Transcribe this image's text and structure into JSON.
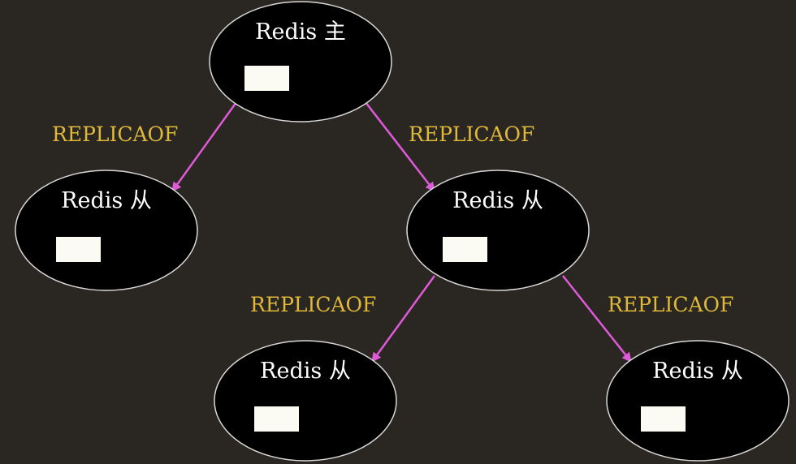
{
  "colors": {
    "background": "#2a2621",
    "node_fill": "#000000",
    "node_stroke": "#d8d8d8",
    "node_text": "#ffffff",
    "node_box": "#fbfbf4",
    "edge": "#df5ad8",
    "edge_label": "#e0b93a"
  },
  "nodes": [
    {
      "id": "master",
      "label": "Redis 主"
    },
    {
      "id": "replica-left",
      "label": "Redis 从"
    },
    {
      "id": "replica-mid",
      "label": "Redis 从"
    },
    {
      "id": "replica-bottom-left",
      "label": "Redis 从"
    },
    {
      "id": "replica-bottom-right",
      "label": "Redis 从"
    }
  ],
  "edges": [
    {
      "from": "master",
      "to": "replica-left",
      "label": "REPLICAOF"
    },
    {
      "from": "master",
      "to": "replica-mid",
      "label": "REPLICAOF"
    },
    {
      "from": "replica-mid",
      "to": "replica-bottom-left",
      "label": "REPLICAOF"
    },
    {
      "from": "replica-mid",
      "to": "replica-bottom-right",
      "label": "REPLICAOF"
    }
  ]
}
